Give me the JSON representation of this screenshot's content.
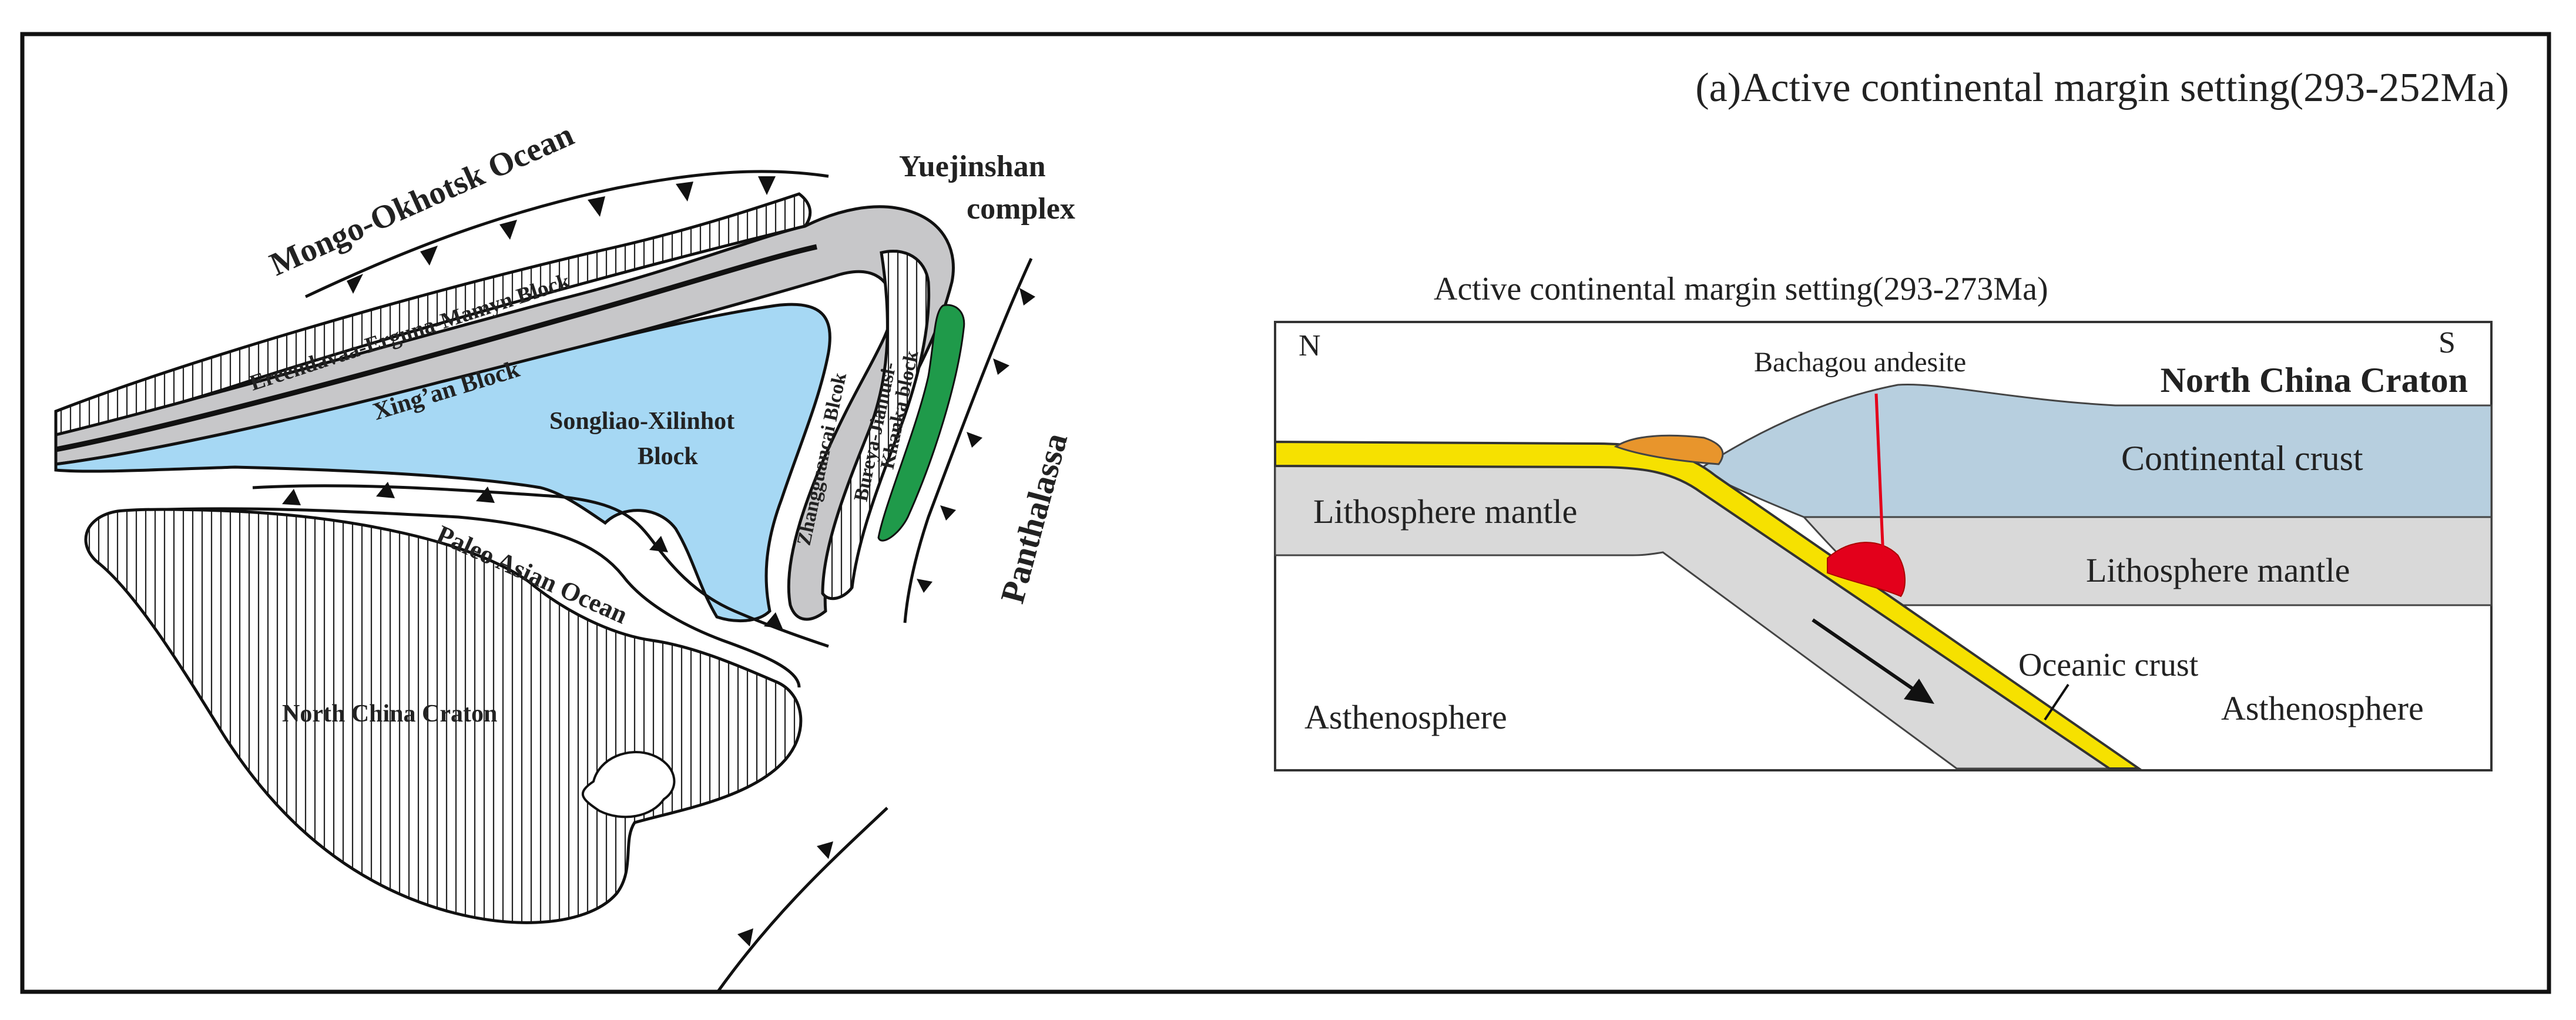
{
  "figure": {
    "title": "(a)Active continental margin setting(293-252Ma)"
  },
  "map": {
    "labels": {
      "mongo_okhotsk": "Mongo-Okhotsk Ocean",
      "yuejinshan_line1": "Yuejinshan",
      "yuejinshan_line2": "complex",
      "ereendavaa": "Ereendavaa-Erguna-Mamyn Block",
      "xingan": "Xing’an Block",
      "songliao_line1": "Songliao-Xilinhot",
      "songliao_line2": "Block",
      "zhangguangcai": "Zhangguancai Blcok",
      "bureya": "Bureya-Jiamusi-",
      "khanka": "Khanka block",
      "panthalassa": "Panthalassa",
      "paleo_asian": "Paleo Asian Ocean",
      "north_china": "North China Craton"
    },
    "colors": {
      "songliao_fill": "#a6d8f4",
      "xingan_fill": "#c7c7c9",
      "yuejinshan_fill": "#1f9a4a",
      "hatch": "#222222"
    }
  },
  "section": {
    "title": "Active continental margin setting(293-273Ma)",
    "labels": {
      "north": "N",
      "south": "S",
      "bachagou": "Bachagou andesite",
      "north_china_craton": "North China Craton",
      "continental_crust": "Continental crust",
      "lithosphere_left": "Lithosphere mantle",
      "lithosphere_right": "Lithosphere mantle",
      "asthenosphere_left": "Asthenosphere",
      "asthenosphere_right": "Asthenosphere",
      "oceanic_crust": "Oceanic crust"
    },
    "colors": {
      "continental_crust": "#b7cfdf",
      "lithosphere": "#d9d9d9",
      "oceanic_crust": "#f6e100",
      "magma": "#e3001b",
      "volcanic_cone": "#e8952c",
      "dike": "#e3001b"
    }
  }
}
